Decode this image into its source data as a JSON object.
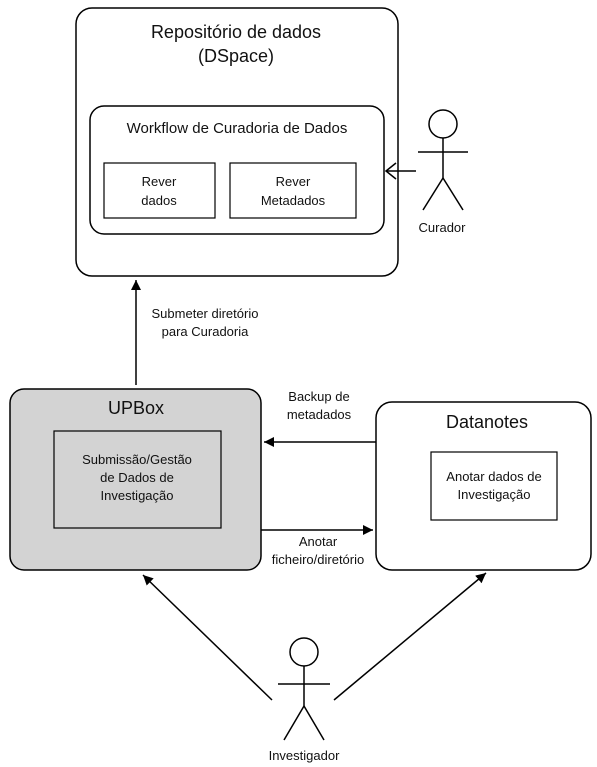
{
  "repository": {
    "title_line1": "Repositório de dados",
    "title_line2": "(DSpace)",
    "workflow": {
      "title": "Workflow de Curadoria de Dados",
      "task1_line1": "Rever",
      "task1_line2": "dados",
      "task2_line1": "Rever",
      "task2_line2": "Metadados"
    }
  },
  "actors": {
    "curador": "Curador",
    "investigador": "Investigador"
  },
  "upbox": {
    "title": "UPBox",
    "inner_line1": "Submissão/Gestão",
    "inner_line2": "de Dados de",
    "inner_line3": "Investigação"
  },
  "datanotes": {
    "title": "Datanotes",
    "inner_line1": "Anotar dados de",
    "inner_line2": "Investigação"
  },
  "edges": {
    "submit_line1": "Submeter diretório",
    "submit_line2": "para Curadoria",
    "backup_line1": "Backup de",
    "backup_line2": "metadados",
    "annotate_line1": "Anotar",
    "annotate_line2": "ficheiro/diretório"
  },
  "colors": {
    "upbox_fill": "#d3d3d3",
    "box_fill": "#ffffff",
    "stroke": "#000000"
  }
}
